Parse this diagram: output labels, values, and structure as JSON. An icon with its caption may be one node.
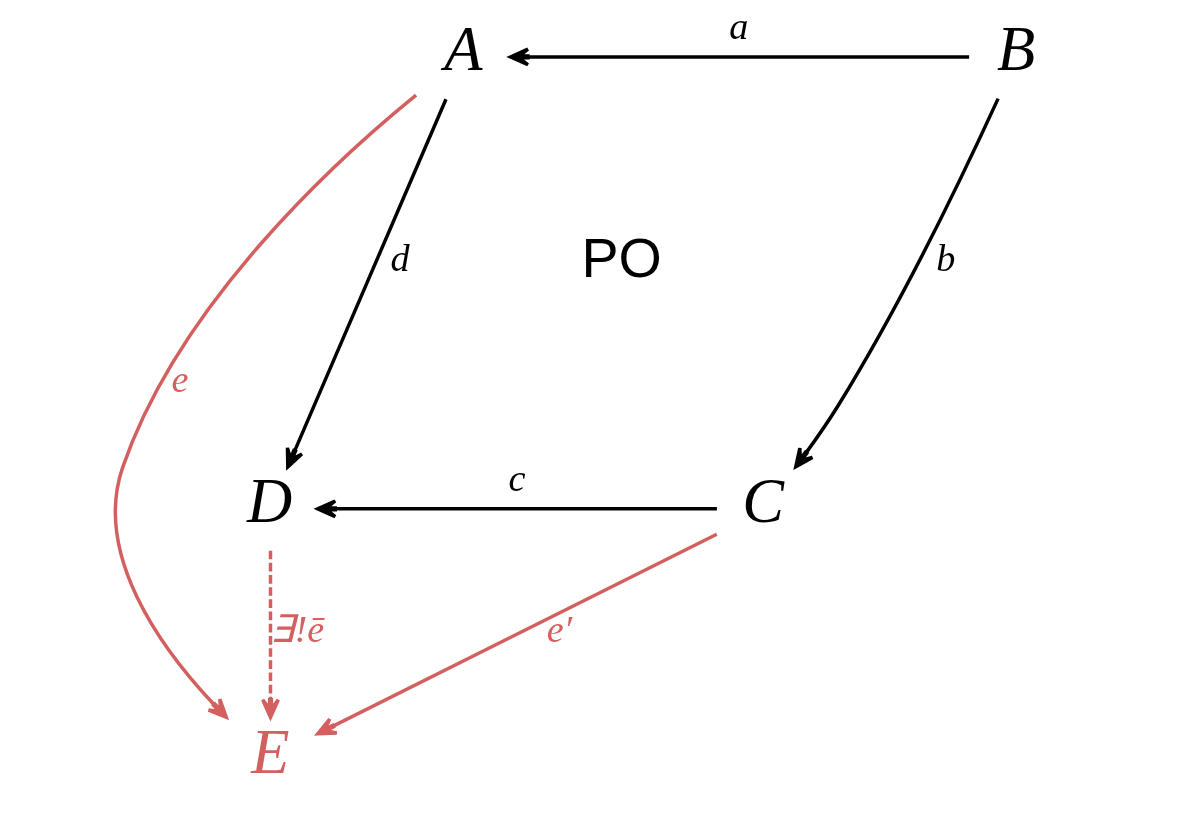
{
  "diagram": {
    "nodes": [
      {
        "text": [
          "A"
        ]
      },
      {
        "text": [
          "B"
        ]
      },
      {
        "text": [
          "D"
        ]
      },
      {
        "text": [
          "C"
        ]
      },
      {
        "text": [
          "E"
        ]
      }
    ],
    "edges": [
      {
        "from": 1,
        "to": 0,
        "arrow": "to",
        "label": "a"
      },
      {
        "from": 0,
        "to": 2,
        "arrow": "to",
        "label": "d"
      },
      {
        "from": 1,
        "to": 3,
        "arrow": "to",
        "label": "b"
      },
      {
        "from": 3,
        "to": 2,
        "arrow": "to",
        "label": "c"
      },
      {
        "from": 0,
        "to": 4,
        "arrow": "to",
        "label": "e",
        "color": "#d35f5f"
      },
      {
        "from": 2,
        "to": 4,
        "arrow": "to",
        "label": "∃!ē",
        "style": "dashed",
        "color": "#d35f5f"
      },
      {
        "from": 3,
        "to": 4,
        "arrow": "to",
        "label": "e′",
        "color": "#d35f5f"
      }
    ],
    "labels": [
      "PO"
    ]
  }
}
